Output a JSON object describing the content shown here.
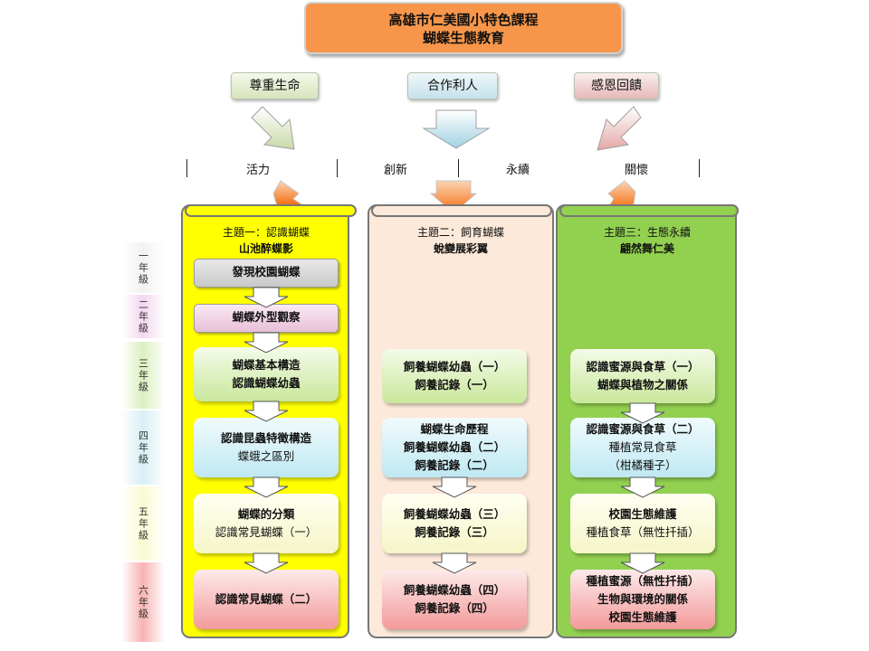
{
  "title": {
    "line1": "高雄市仁美國小特色課程",
    "line2": "蝴蝶生態教育"
  },
  "values": [
    {
      "label": "尊重生命",
      "color": "#eaf1d9"
    },
    {
      "label": "合作利人",
      "color": "#dbeef3"
    },
    {
      "label": "感恩回饋",
      "color": "#f2dcdb"
    }
  ],
  "keywords": [
    "活力",
    "創新",
    "永續",
    "關懷"
  ],
  "grades": [
    "一年級",
    "二年級",
    "三年級",
    "四年級",
    "五年級",
    "六年級"
  ],
  "themes": [
    {
      "label": "主題一：認識蝴蝶",
      "subtitle": "山池醉蝶影",
      "color": "#ffff00",
      "cards": [
        [
          "發現校園蝴蝶"
        ],
        [
          "蝴蝶外型觀察"
        ],
        [
          "蝴蝶基本構造",
          "認識蝴蝶幼蟲"
        ],
        [
          "認識昆蟲特徵構造",
          "蝶蛾之區別"
        ],
        [
          "蝴蝶的分類",
          "認識常見蝴蝶（一）"
        ],
        [
          "認識常見蝴蝶（二）"
        ]
      ]
    },
    {
      "label": "主題二：飼育蝴蝶",
      "subtitle": "蛻變展彩翼",
      "color": "#fde9d9",
      "cards": [
        [
          "飼養蝴蝶幼蟲（一）",
          "飼養記錄（一）"
        ],
        [
          "蝴蝶生命歷程",
          "飼養蝴蝶幼蟲（二）",
          "飼養記錄（二）"
        ],
        [
          "飼養蝴蝶幼蟲（三）",
          "飼養記錄（三）"
        ],
        [
          "飼養蝴蝶幼蟲（四）",
          "飼養記錄（四）"
        ]
      ]
    },
    {
      "label": "主題三：生態永續",
      "subtitle": "翩然舞仁美",
      "color": "#92d050",
      "cards": [
        [
          "認識蜜源與食草（一）",
          "蝴蝶與植物之關係"
        ],
        [
          "認識蜜源與食草（二）",
          "種植常見食草",
          "（柑橘種子）"
        ],
        [
          "校園生態維護",
          "種植食草（無性扦插）"
        ],
        [
          "種植蜜源（無性扦插）",
          "生物與環境的關係",
          "校園生態維護"
        ]
      ]
    }
  ]
}
